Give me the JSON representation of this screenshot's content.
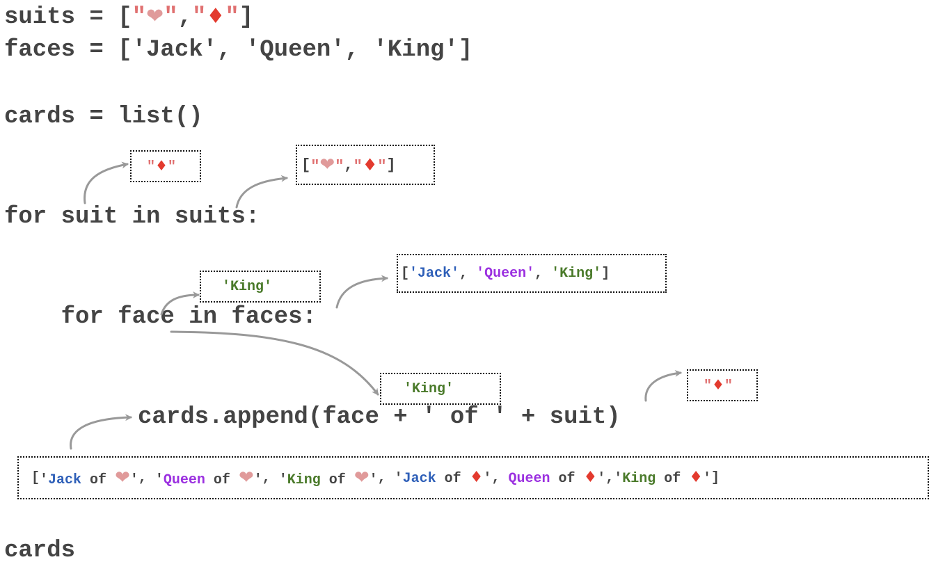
{
  "code": {
    "line_suits_prefix": "suits = [",
    "line_suits_sep": ",",
    "line_suits_suffix": "]",
    "line_faces": "faces = ['Jack', 'Queen', 'King']",
    "line_cards_init": "cards = list()",
    "line_for_suit": "for suit in suits:",
    "line_for_face": "    for face in faces:",
    "line_append": "cards.append(face + ' of ' + suit)",
    "line_cards": "cards"
  },
  "symbols": {
    "quote": "\"",
    "apos": "'",
    "heart": "❤",
    "diamond": "♦",
    "lbracket": "[",
    "rbracket": "]",
    "comma": ",",
    "comma_space": ", ",
    "of": " of "
  },
  "annotations": {
    "suit_value_box": "suit = \"♦\"",
    "suits_list_box": "[\"❤\",\"♦\"]",
    "face_value": "'King'",
    "faces_list": [
      "Jack",
      "Queen",
      "King"
    ],
    "append_face_value": "'King'",
    "append_suit_value": "\"♦\"",
    "cards_result": [
      {
        "face": "Jack",
        "suit": "heart"
      },
      {
        "face": "Queen",
        "suit": "heart"
      },
      {
        "face": "King",
        "suit": "heart"
      },
      {
        "face": "Jack",
        "suit": "diamond"
      },
      {
        "face": "Queen",
        "suit": "diamond"
      },
      {
        "face": "King",
        "suit": "diamond"
      }
    ]
  },
  "colors": {
    "code_text": "#444444",
    "heart": "#e09a9a",
    "diamond": "#e33a2e",
    "quote": "#e07070",
    "jack": "#2e5fb8",
    "queen": "#9b30e0",
    "king": "#4a7a2a",
    "arrow": "#999999"
  }
}
